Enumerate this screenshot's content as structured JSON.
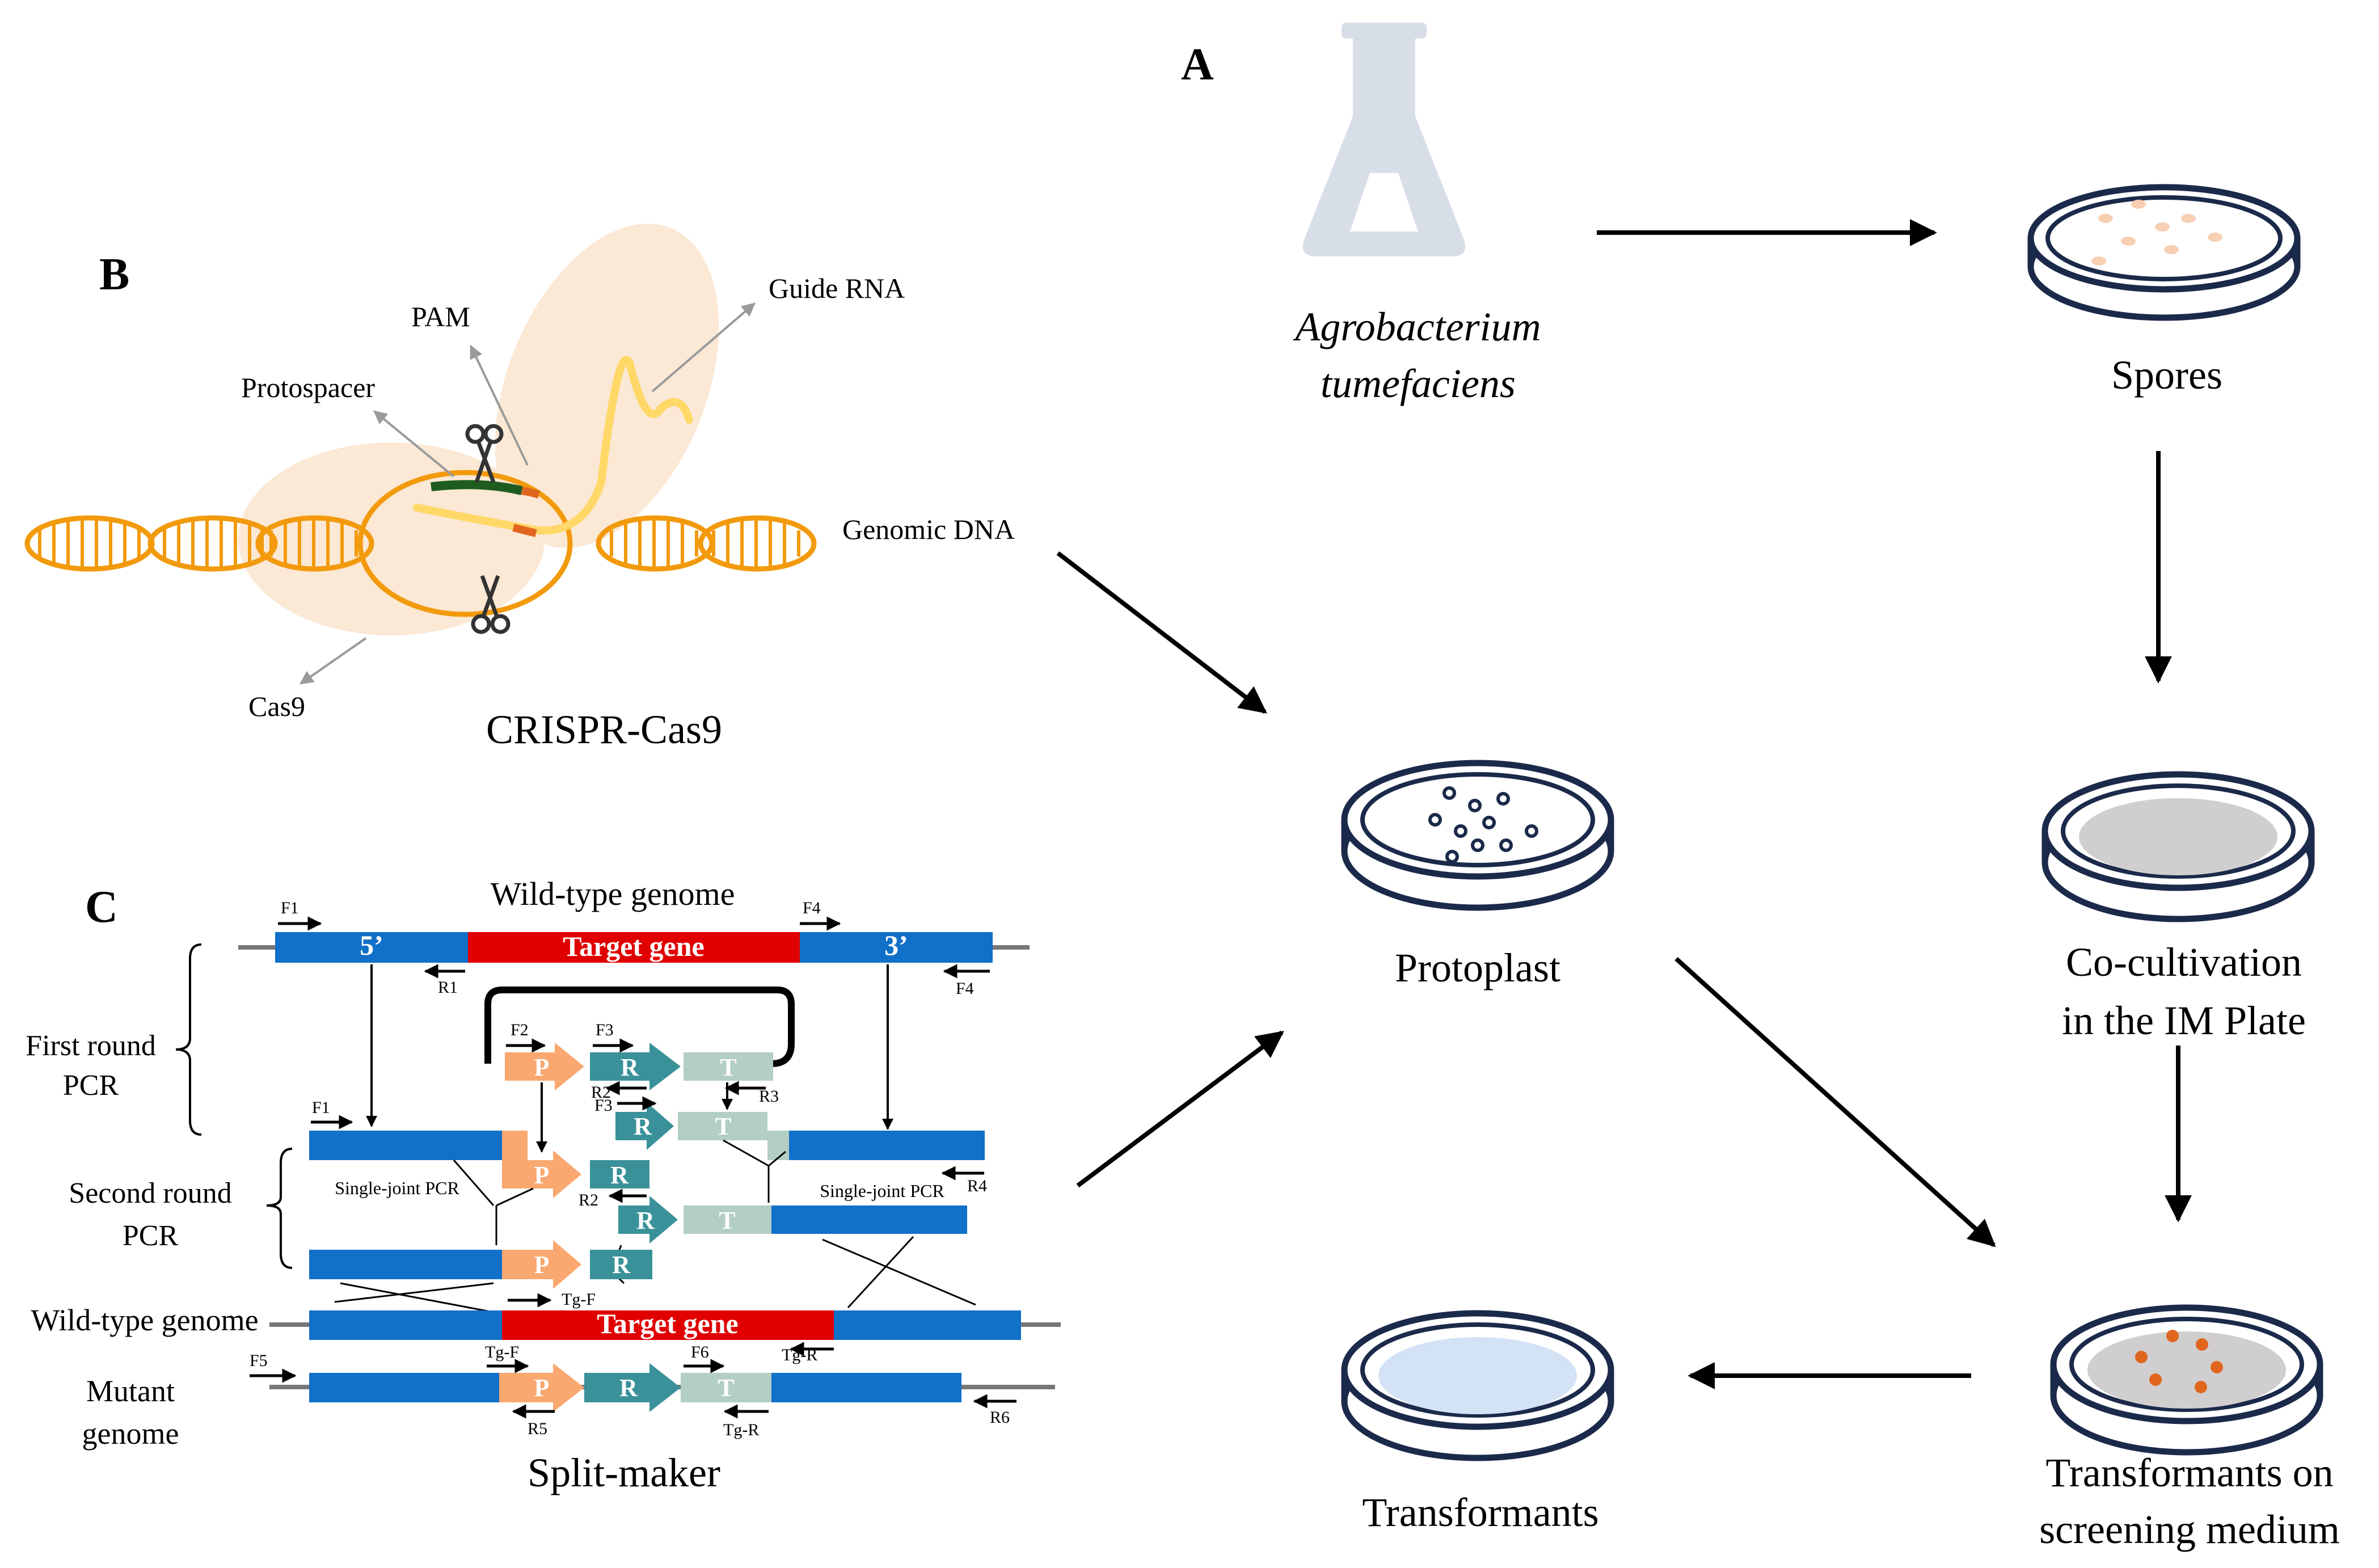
{
  "panels": {
    "a": "A",
    "b": "B",
    "c": "C"
  },
  "workflow": {
    "agro_line1": "Agrobacterium",
    "agro_line2": "tumefaciens",
    "spores": "Spores",
    "cocult_line1": "Co-cultivation",
    "cocult_line2": "in the IM Plate",
    "screening_line1": "Transformants on",
    "screening_line2": "screening medium",
    "transformants": "Transformants",
    "protoplast": "Protoplast"
  },
  "crispr": {
    "guide_rna": "Guide RNA",
    "pam": "PAM",
    "protospacer": "Protospacer",
    "genomic_dna": "Genomic DNA",
    "cas9": "Cas9",
    "title": "CRISPR-Cas9"
  },
  "split": {
    "wild_type_genome_top": "Wild-type genome",
    "five_prime": "5’",
    "three_prime": "3’",
    "target_gene": "Target gene",
    "first_round_line1": "First round",
    "first_round_line2": "PCR",
    "second_round_line1": "Second round",
    "second_round_line2": "PCR",
    "single_joint_left": "Single-joint PCR",
    "single_joint_right": "Single-joint PCR",
    "wild_type_genome_lower": "Wild-type genome",
    "mutant_line1": "Mutant",
    "mutant_line2": "genome",
    "title": "Split-maker",
    "P": "P",
    "R": "R",
    "T": "T",
    "primers": {
      "F1": "F1",
      "R1": "R1",
      "F2": "F2",
      "F3": "F3",
      "R2": "R2",
      "R3": "R3",
      "F4": "F4",
      "R4": "R4",
      "F5": "F5",
      "R5": "R5",
      "F6": "F6",
      "R6": "R6",
      "TgF": "Tg-F",
      "TgR": "Tg-R"
    }
  },
  "colors": {
    "blue": "#1170C8",
    "red": "#E00000",
    "orange": "#F9A870",
    "teal": "#3A9199",
    "sage": "#B3CEC2",
    "navy": "#1B2A4A",
    "dna": "#F29A0C",
    "peach": "#FBE8D5",
    "yellow": "#FFD867",
    "green": "#1F5C1F",
    "flask": "#D8DEE8",
    "grey_agar": "#D1CECF",
    "light_blue_agar": "#D3E2F5",
    "colony": "#E0661E"
  }
}
